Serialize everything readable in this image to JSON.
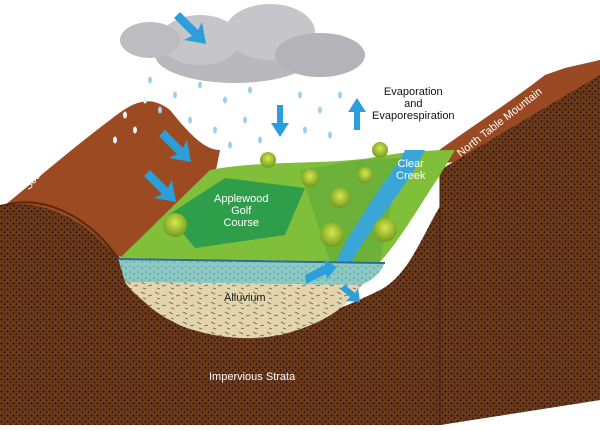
{
  "labels": {
    "south_table_mountain": "South Table Mountain",
    "north_table_mountain": "North Table Mountain",
    "evaporation": [
      "Evaporation",
      "and",
      "Evaporespiration"
    ],
    "clear_creek": [
      "Clear",
      "Creek"
    ],
    "golf_course": [
      "Applewood",
      "Golf",
      "Course"
    ],
    "alluvium": "Alluvium",
    "impervious_strata": "Impervious Strata"
  },
  "colors": {
    "soil": "#6b3a1e",
    "mountain_slope": "#9a4a22",
    "grass": "#7fbf3a",
    "golf_green": "#2e9e4a",
    "water": "#3aa6d8",
    "alluvium": "#e4d6b0",
    "arrow": "#2c9fdb",
    "cloud": "#b9b9bd"
  },
  "icons": [
    "rain-drops",
    "cloud-icon",
    "tree-icon",
    "infiltration-arrow-icon",
    "evaporation-arrow-icon"
  ]
}
